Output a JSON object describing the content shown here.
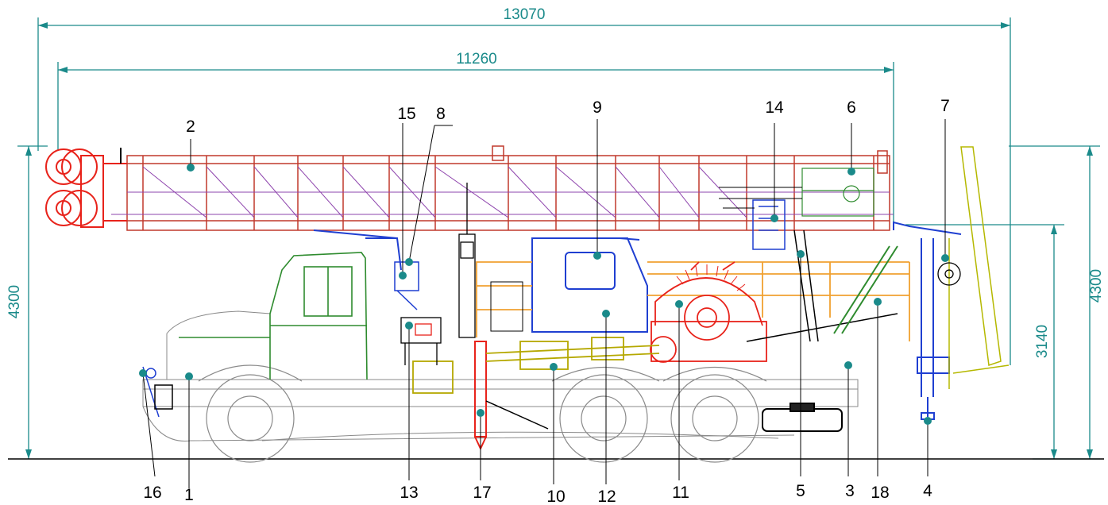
{
  "dimensions": {
    "overall_length": "13070",
    "mast_length": "11260",
    "height_left": "4300",
    "height_right": "4300",
    "hook_height": "3140"
  },
  "callouts": [
    "1",
    "2",
    "3",
    "4",
    "5",
    "6",
    "7",
    "8",
    "9",
    "10",
    "11",
    "12",
    "13",
    "14",
    "15",
    "16",
    "17",
    "18"
  ],
  "colors": {
    "dimension": "#1a8a8a",
    "mast": "#c0392b",
    "truss_inner": "#8e44ad",
    "cab": "#2e8b2e",
    "operator_cabin": "#1f3fd1",
    "winch": "#e8231b",
    "railing": "#f0a030",
    "chassis": "#7a7a7a",
    "transmission": "#b5a800"
  }
}
